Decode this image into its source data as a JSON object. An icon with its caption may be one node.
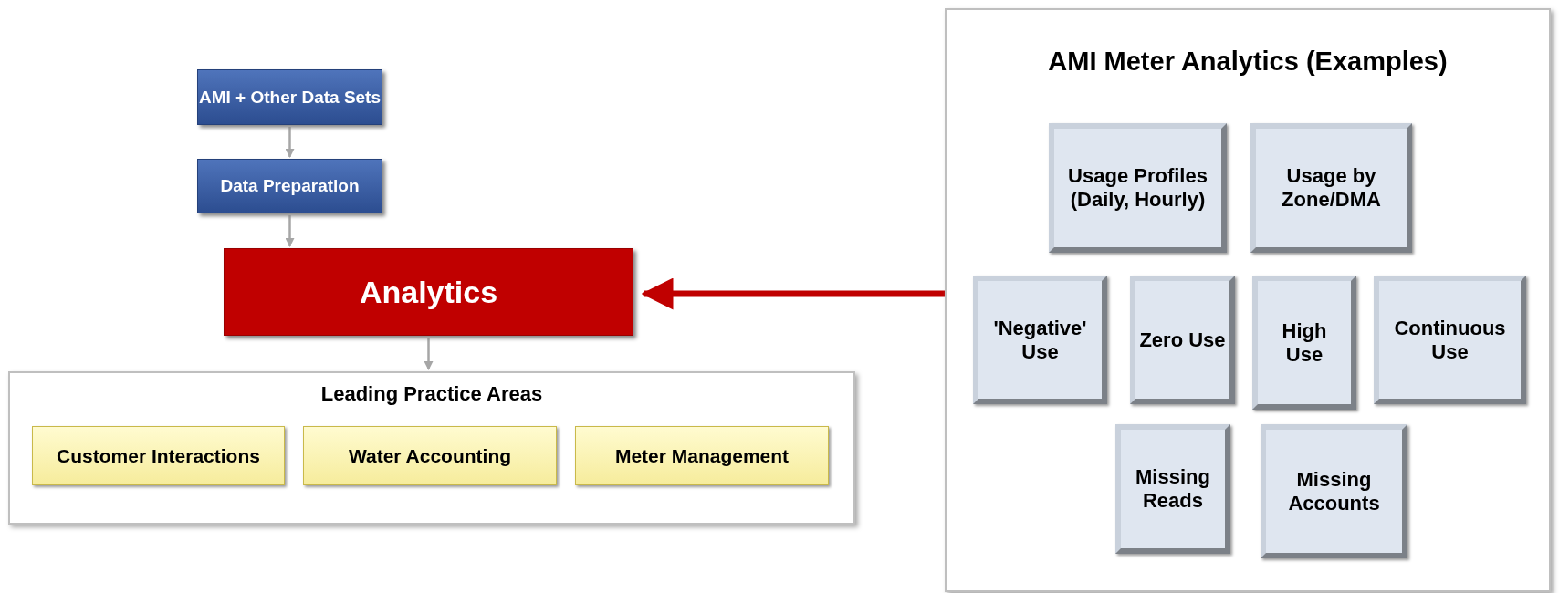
{
  "diagram": {
    "nodes": [
      {
        "text": [
          "AMI + Other Data Sets"
        ]
      },
      {
        "text": [
          "Data Preparation"
        ]
      },
      {
        "text": [
          "Analytics"
        ]
      },
      {
        "text": [
          "Leading Practice Areas"
        ]
      },
      {
        "text": [
          "Customer Interactions"
        ],
        "in": 3
      },
      {
        "text": [
          "Water Accounting"
        ],
        "in": 3
      },
      {
        "text": [
          "Meter Management"
        ],
        "in": 3
      },
      {
        "text": [
          "AMI Meter Analytics (Examples)"
        ]
      },
      {
        "text": [
          "Usage Profiles (Daily, Hourly)"
        ],
        "in": 7
      },
      {
        "text": [
          "Usage by Zone/DMA"
        ],
        "in": 7
      },
      {
        "text": [
          "'Negative' Use"
        ],
        "in": 7
      },
      {
        "text": [
          "Zero Use"
        ],
        "in": 7
      },
      {
        "text": [
          "High Use"
        ],
        "in": 7
      },
      {
        "text": [
          "Continuous Use"
        ],
        "in": 7
      },
      {
        "text": [
          "Missing Reads"
        ],
        "in": 7
      },
      {
        "text": [
          "Missing Accounts"
        ],
        "in": 7
      }
    ],
    "edges": [
      {
        "from": 0,
        "to": 1,
        "arrow": "to"
      },
      {
        "from": 1,
        "to": 2,
        "arrow": "to"
      },
      {
        "from": 2,
        "to": 3,
        "arrow": "to"
      },
      {
        "from": 7,
        "to": 2,
        "arrow": "to",
        "style": "thick",
        "color": "#c00000"
      }
    ]
  }
}
